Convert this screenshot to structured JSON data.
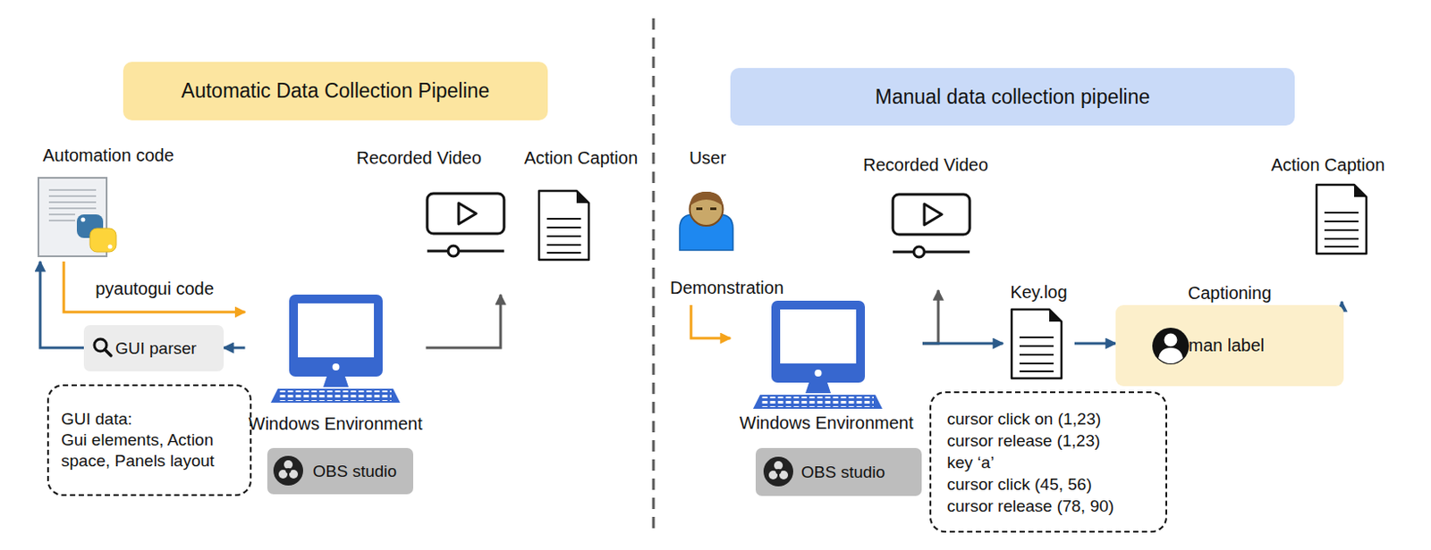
{
  "diagram": {
    "nodes": [
      {
        "text": [
          "Automatic Data Collection Pipeline"
        ]
      },
      {
        "text": [
          "Automation code"
        ]
      },
      {
        "text": [
          "GUI parser"
        ]
      },
      {
        "text": [
          "GUI data:",
          "Gui elements, Action space, Panels layout"
        ]
      },
      {
        "text": [
          "Windows Environment"
        ]
      },
      {
        "text": [
          "OBS studio"
        ]
      },
      {
        "text": [
          "Recorded Video"
        ]
      },
      {
        "text": [
          "Action Caption"
        ]
      },
      {
        "text": [
          "Manual data collection pipeline"
        ]
      },
      {
        "text": [
          "User"
        ]
      },
      {
        "text": [
          "Windows Environment"
        ]
      },
      {
        "text": [
          "OBS studio"
        ]
      },
      {
        "text": [
          "Recorded Video"
        ]
      },
      {
        "text": [
          "Key.log"
        ]
      },
      {
        "text": [
          "cursor click on (1,23)",
          "cursor release (1,23)",
          "key ‘a’",
          "cursor click (45, 56)",
          "cursor release (78, 90)"
        ]
      },
      {
        "text": [
          "Captioning",
          "Human label"
        ]
      },
      {
        "text": [
          "Action Caption"
        ]
      }
    ],
    "edges": [
      {
        "from": 1,
        "to": 4,
        "arrow": "to",
        "label": "pyautogui code"
      },
      {
        "from": 4,
        "to": 2,
        "arrow": "to"
      },
      {
        "from": 2,
        "to": 1,
        "arrow": "to"
      },
      {
        "from": 4,
        "to": 6,
        "arrow": "to"
      },
      {
        "from": 9,
        "to": 10,
        "arrow": "to",
        "label": "Demonstration"
      },
      {
        "from": 10,
        "to": 12,
        "arrow": "to"
      },
      {
        "from": 10,
        "to": 13,
        "arrow": "to"
      },
      {
        "from": 13,
        "to": 15,
        "arrow": "to"
      },
      {
        "from": 15,
        "to": 16,
        "arrow": "to"
      }
    ]
  }
}
